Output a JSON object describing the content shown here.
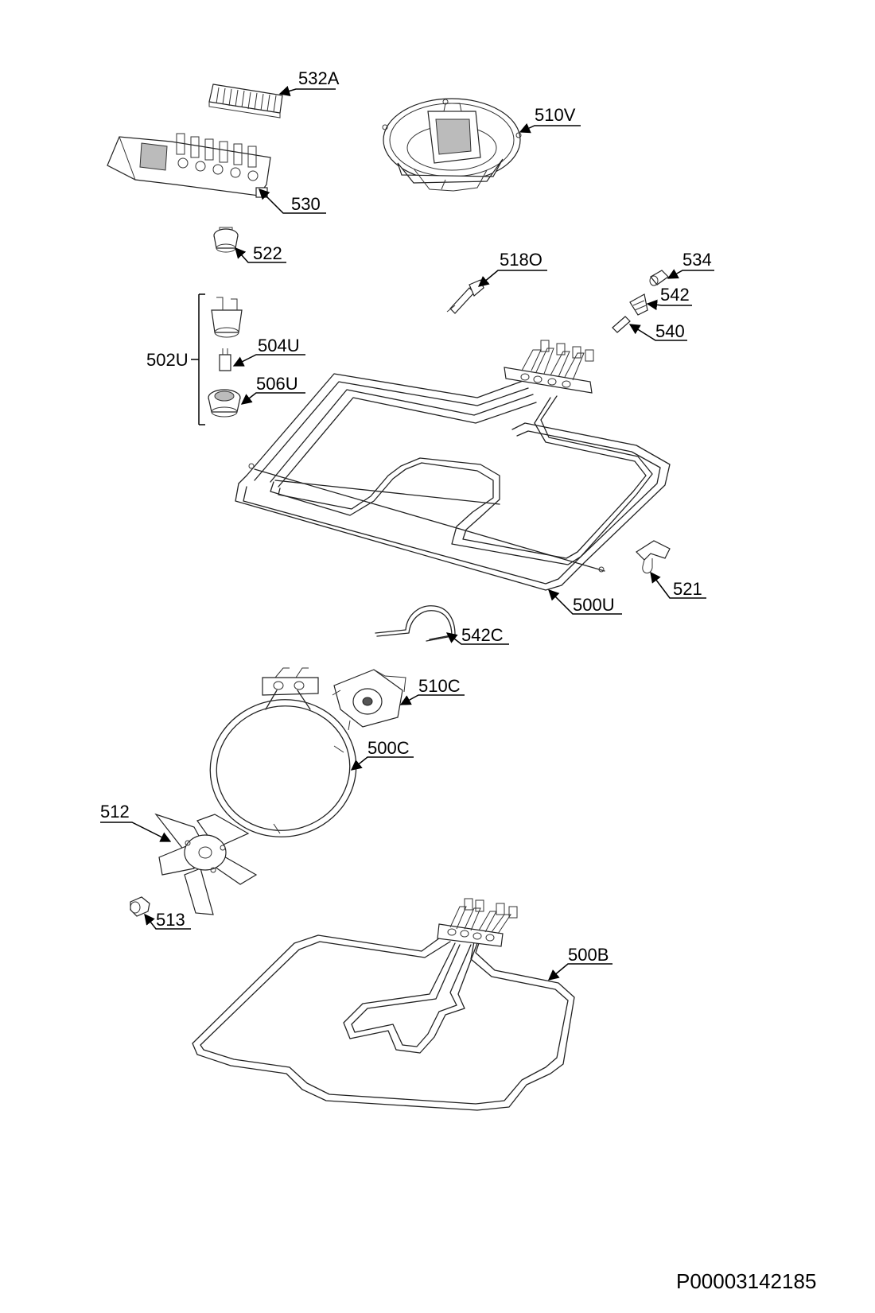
{
  "labels": {
    "l532A": "532A",
    "l510V": "510V",
    "l530": "530",
    "l522": "522",
    "l518O": "518O",
    "l534": "534",
    "l542": "542",
    "l540": "540",
    "l502U": "502U",
    "l504U": "504U",
    "l506U": "506U",
    "l521": "521",
    "l500U": "500U",
    "l542C": "542C",
    "l510C": "510C",
    "l500C": "500C",
    "l512": "512",
    "l513": "513",
    "l500B": "500B"
  },
  "reference_code": "P00003142185"
}
